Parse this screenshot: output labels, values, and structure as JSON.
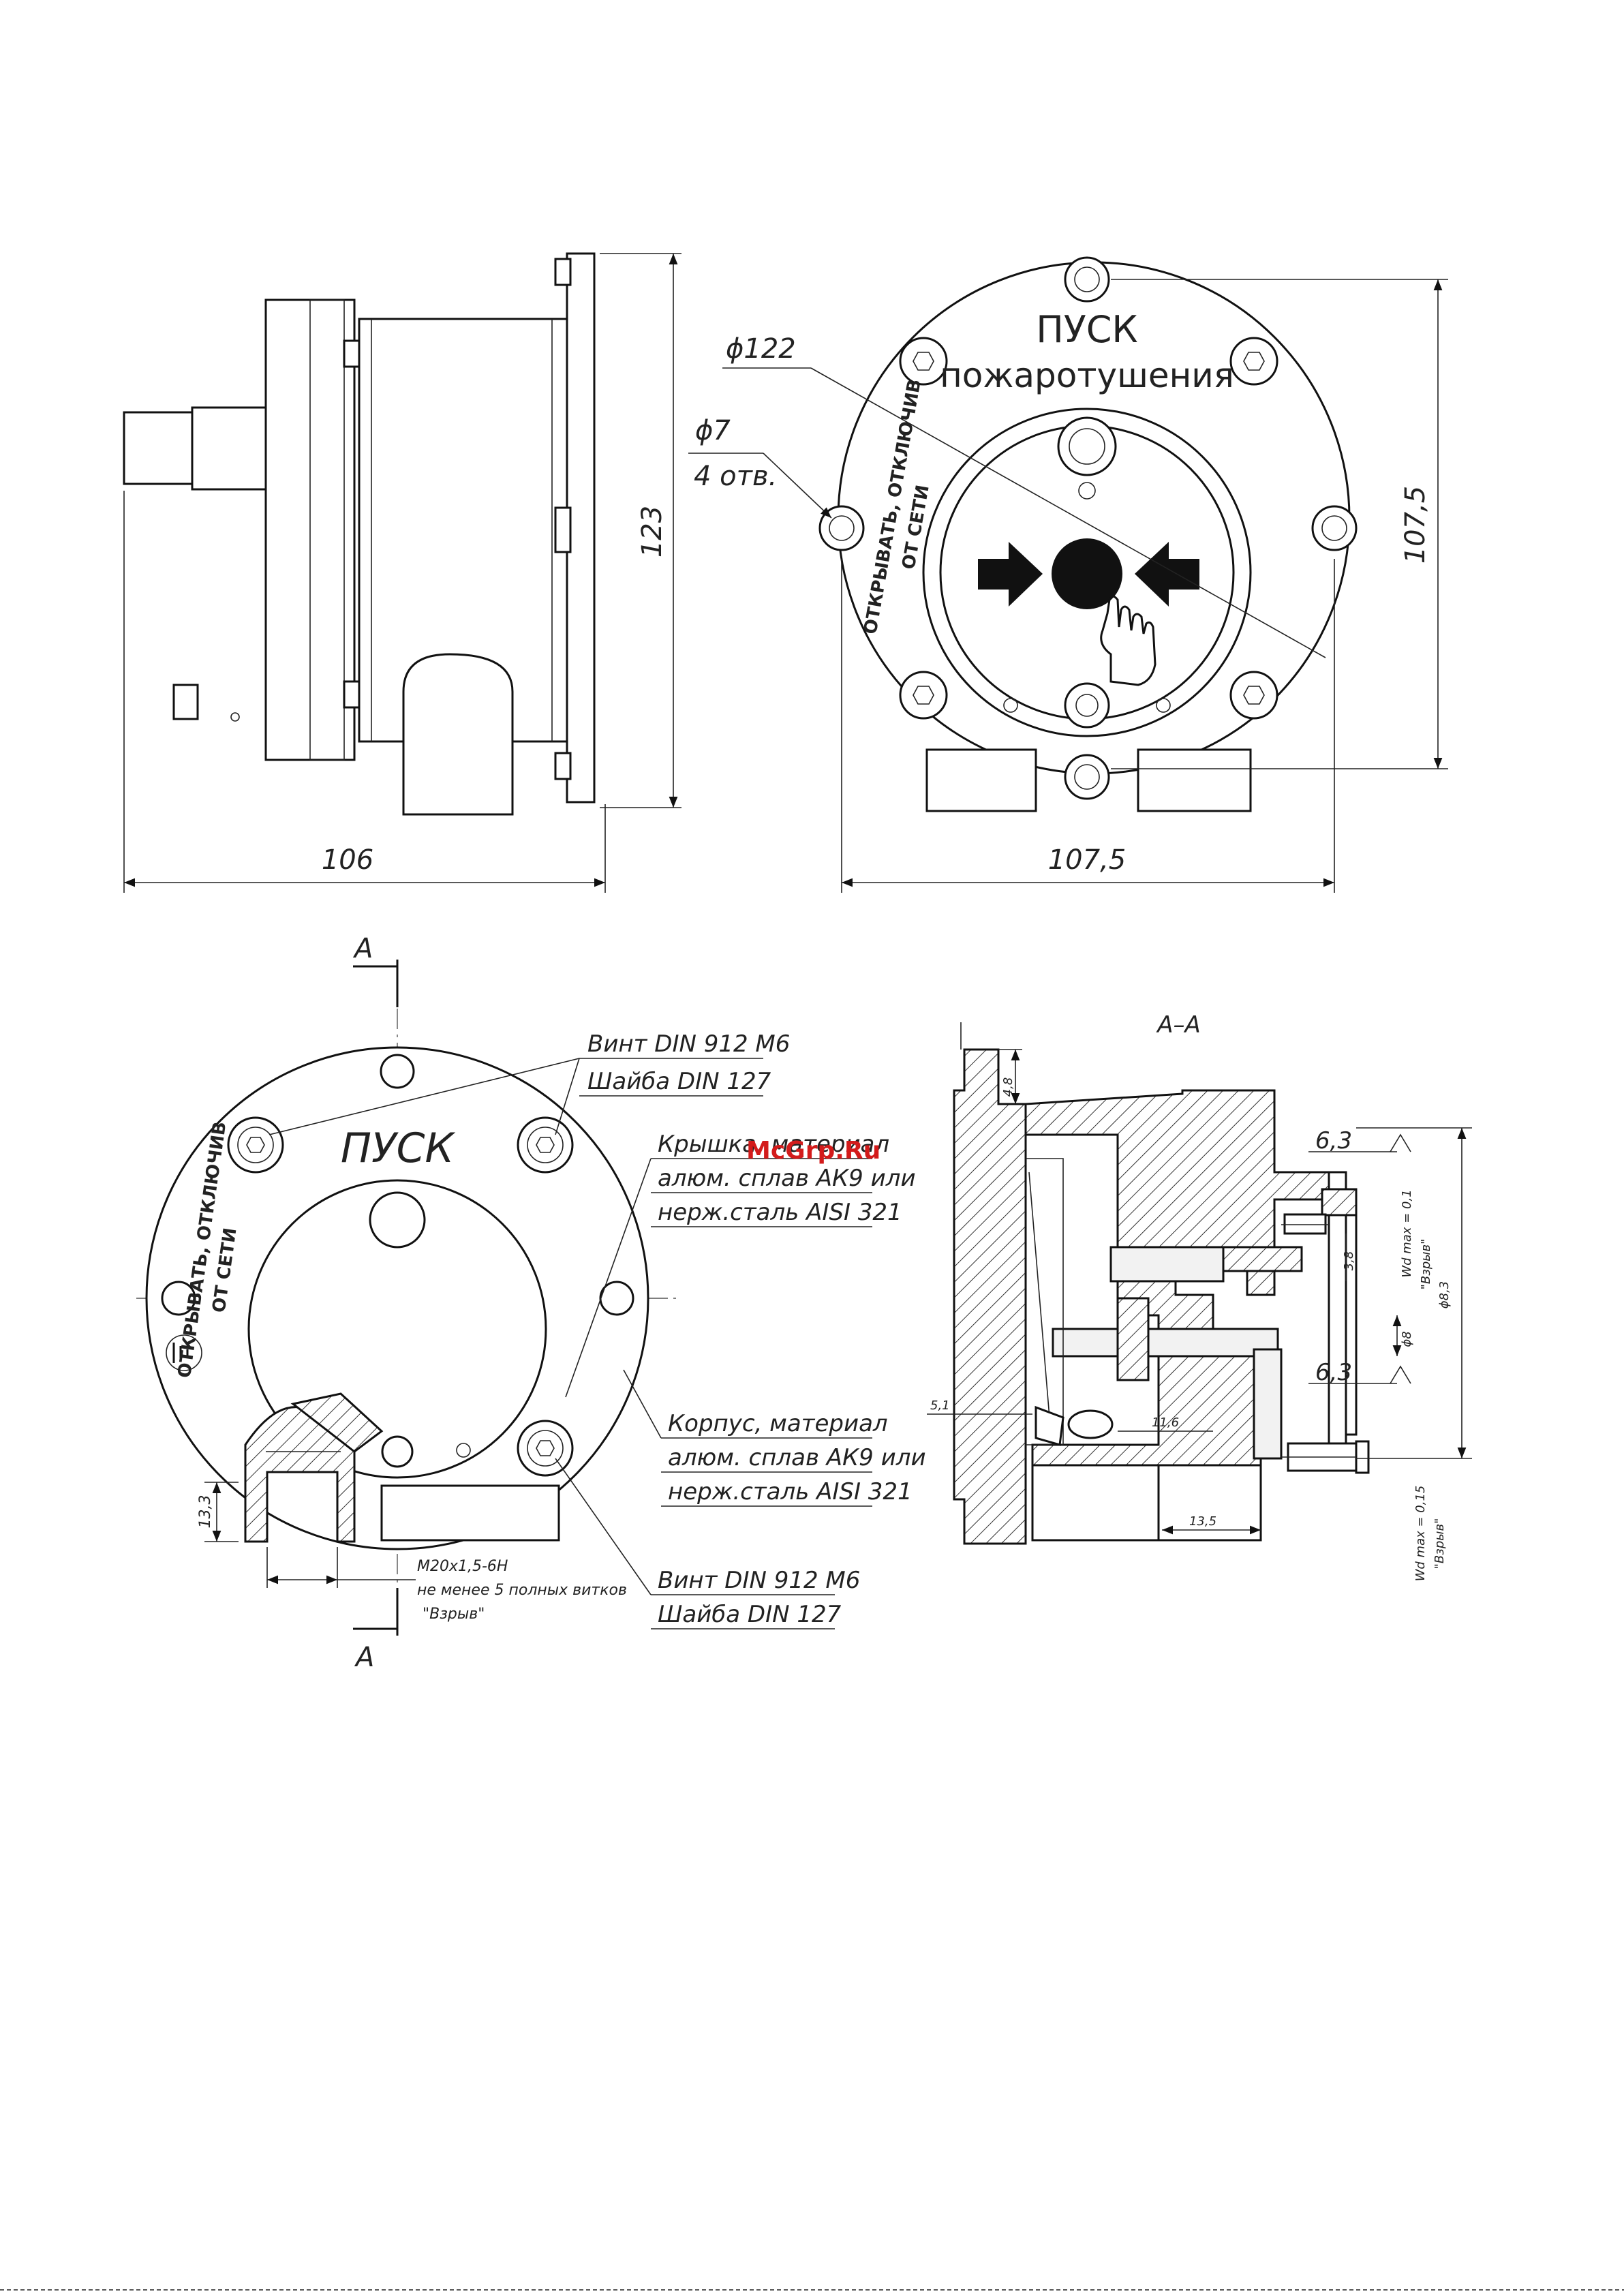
{
  "dimensions": {
    "side_width": "106",
    "side_height": "123",
    "front_width": "107,5",
    "front_height": "107,5",
    "front_diameter": "ϕ122",
    "hole_diameter": "ϕ7",
    "hole_count": "4 отв."
  },
  "front_panel": {
    "title": "ПУСК",
    "subtitle": "пожаротушения",
    "warning_line1": "ОТКРЫВАТЬ, ОТКЛЮЧИВ",
    "warning_line2": "ОТ СЕТИ"
  },
  "rear_view": {
    "title": "ПУСК",
    "warning_line1": "ОТКРЫВАТЬ, ОТКЛЮЧИВ",
    "warning_line2": "ОТ СЕТИ",
    "section_mark": "А",
    "dim_thread_height": "13,3",
    "thread_note_line1": "M20x1,5-6H",
    "thread_note_line2": "не менее 5 полных витков",
    "thread_note_line3": "\"Взрыв\"",
    "screw_top_line1": "Винт DIN 912 M6",
    "screw_top_line2": "Шайба DIN 127",
    "cover_line1": "Крышка, материал",
    "cover_line2": "алюм. сплав АК9 или",
    "cover_line3": "нерж.сталь AISI 321",
    "body_line1": "Корпус, материал",
    "body_line2": "алюм. сплав АК9 или",
    "body_line3": "нерж.сталь AISI 321",
    "screw_bottom_line1": "Винт DIN 912 M6",
    "screw_bottom_line2": "Шайба DIN 127"
  },
  "section_view": {
    "title": "А–А",
    "dim_48": "4,8",
    "dim_51": "5,1",
    "dim_116": "11,6",
    "dim_135": "13,5",
    "dim_38": "3,8",
    "dim_d8": "ϕ8",
    "dim_d83": "ϕ8,3",
    "roughness_1": "6,3",
    "roughness_2": "6,3",
    "gap_1": "Wd max = 0,1",
    "gap_1_note": "\"Взрыв\"",
    "gap_2": "Wd max = 0,15",
    "gap_2_note": "\"Взрыв\""
  },
  "watermark": "McGrp.Ru"
}
